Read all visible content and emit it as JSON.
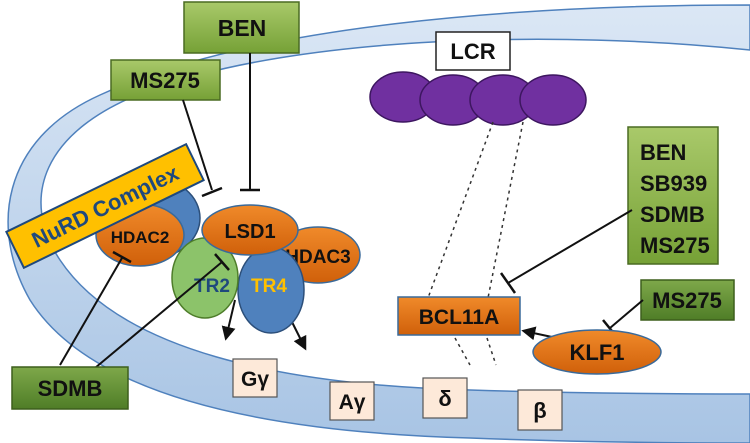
{
  "drug_boxes": {
    "ben_top": "BEN",
    "ms275_left": "MS275",
    "sdmb_bottom": "SDMB",
    "ms275_right": "MS275",
    "combo": [
      "BEN",
      "SB939",
      "SDMB",
      "MS275"
    ]
  },
  "complexes": {
    "nurd": "NuRD Complex",
    "lcr": "LCR"
  },
  "proteins": {
    "hdac2": "HDAC2",
    "lsd1": "LSD1",
    "hdac3": "HDAC3",
    "tr2": "TR2",
    "tr4": "TR4",
    "bcl11a": "BCL11A",
    "klf1": "KLF1"
  },
  "genes": {
    "g_gamma": "Gγ",
    "a_gamma": "Aγ",
    "delta": "δ",
    "beta": "β"
  },
  "colors": {
    "drug_fill_light": "#8db54a",
    "drug_fill_dark": "#5a8a2e",
    "orange": "#e36c0a",
    "nurd_fill": "#ffc000",
    "lcr_purple": "#7030a0",
    "tr2_green": "#8cc36a",
    "blue_protein": "#4f81bd",
    "dna_light": "#c6d9f1",
    "dna_dark": "#95b3d7",
    "gene_box": "#fde9d9"
  }
}
